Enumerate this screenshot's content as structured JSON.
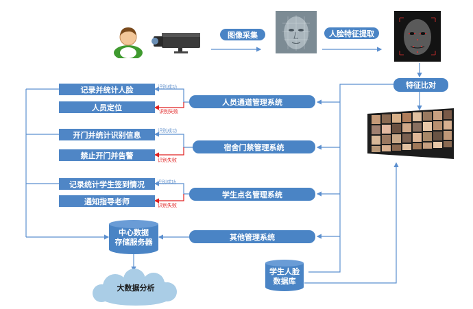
{
  "capture": {
    "image_acquisition": "图像采集",
    "face_feature_extraction": "人脸特征提取",
    "feature_comparison": "特征比对"
  },
  "systems": {
    "personnel_channel": "人员通道管理系统",
    "dorm_access": "宿舍门禁管理系统",
    "student_rollcall": "学生点名管理系统",
    "other": "其他管理系统"
  },
  "actions": {
    "record_count_faces": "记录并统计人脸",
    "locate_person": "人员定位",
    "open_door_record": "开门并统计识别信息",
    "forbid_open_alarm": "禁止开门并告警",
    "record_signin": "记录统计学生签到情况",
    "notify_teacher": "通知指导老师"
  },
  "labels": {
    "recognized": "识别成功",
    "failed": "识别失败"
  },
  "storage": {
    "central_server": "中心数据\n存储服务器",
    "student_face_db": "学生人脸\n数据库",
    "big_data": "大数据分析"
  },
  "colors": {
    "box": "#4f86c6",
    "line": "#5b8fcf",
    "fail": "#e02020"
  }
}
